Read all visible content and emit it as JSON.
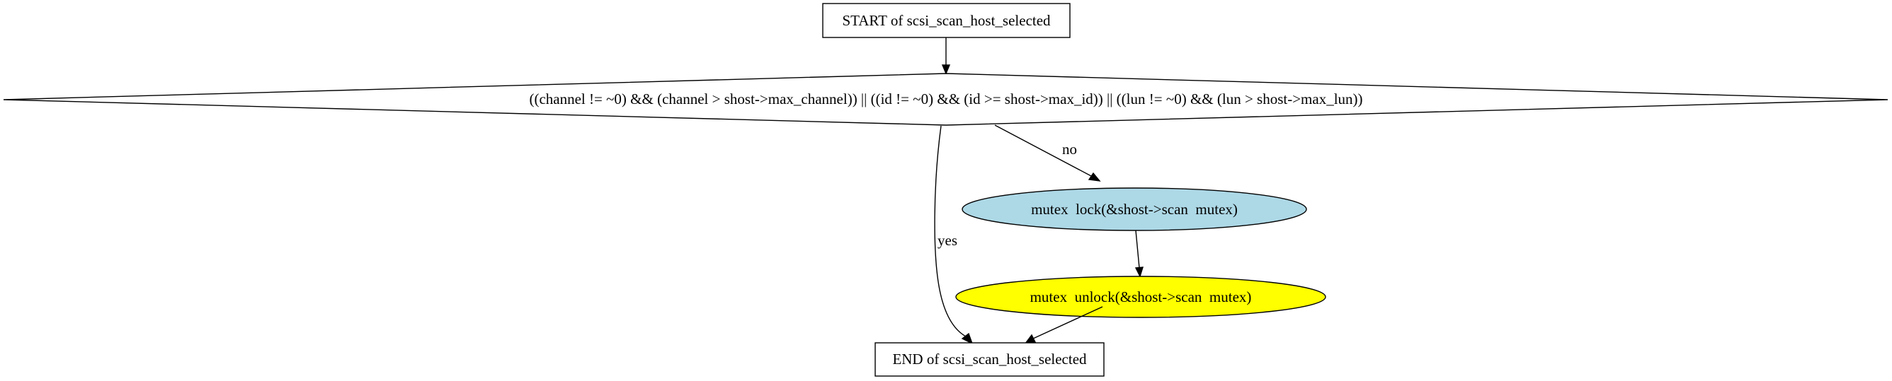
{
  "diagram": {
    "type": "control-flow-graph",
    "function_name": "scsi_scan_host_selected",
    "colors": {
      "background": "#ffffff",
      "stroke": "#000000",
      "lock_fill": "#add8e6",
      "unlock_fill": "#ffff00",
      "box_fill": "#ffffff"
    },
    "nodes": {
      "start": {
        "label": "START of scsi_scan_host_selected",
        "shape": "box"
      },
      "condition": {
        "label": "((channel != ~0) && (channel > shost->max_channel)) || ((id != ~0) && (id >= shost->max_id)) || ((lun != ~0) && (lun > shost->max_lun))",
        "shape": "diamond"
      },
      "lock": {
        "label": "mutex  lock(&shost->scan  mutex)",
        "shape": "ellipse"
      },
      "unlock": {
        "label": "mutex  unlock(&shost->scan  mutex)",
        "shape": "ellipse"
      },
      "end": {
        "label": "END of scsi_scan_host_selected",
        "shape": "box"
      }
    },
    "edges": {
      "start_to_condition": {
        "from": "start",
        "to": "condition",
        "label": ""
      },
      "condition_no": {
        "from": "condition",
        "to": "lock",
        "label": "no"
      },
      "condition_yes": {
        "from": "condition",
        "to": "end",
        "label": "yes"
      },
      "lock_to_unlock": {
        "from": "lock",
        "to": "unlock",
        "label": ""
      },
      "unlock_to_end": {
        "from": "unlock",
        "to": "end",
        "label": ""
      }
    }
  }
}
